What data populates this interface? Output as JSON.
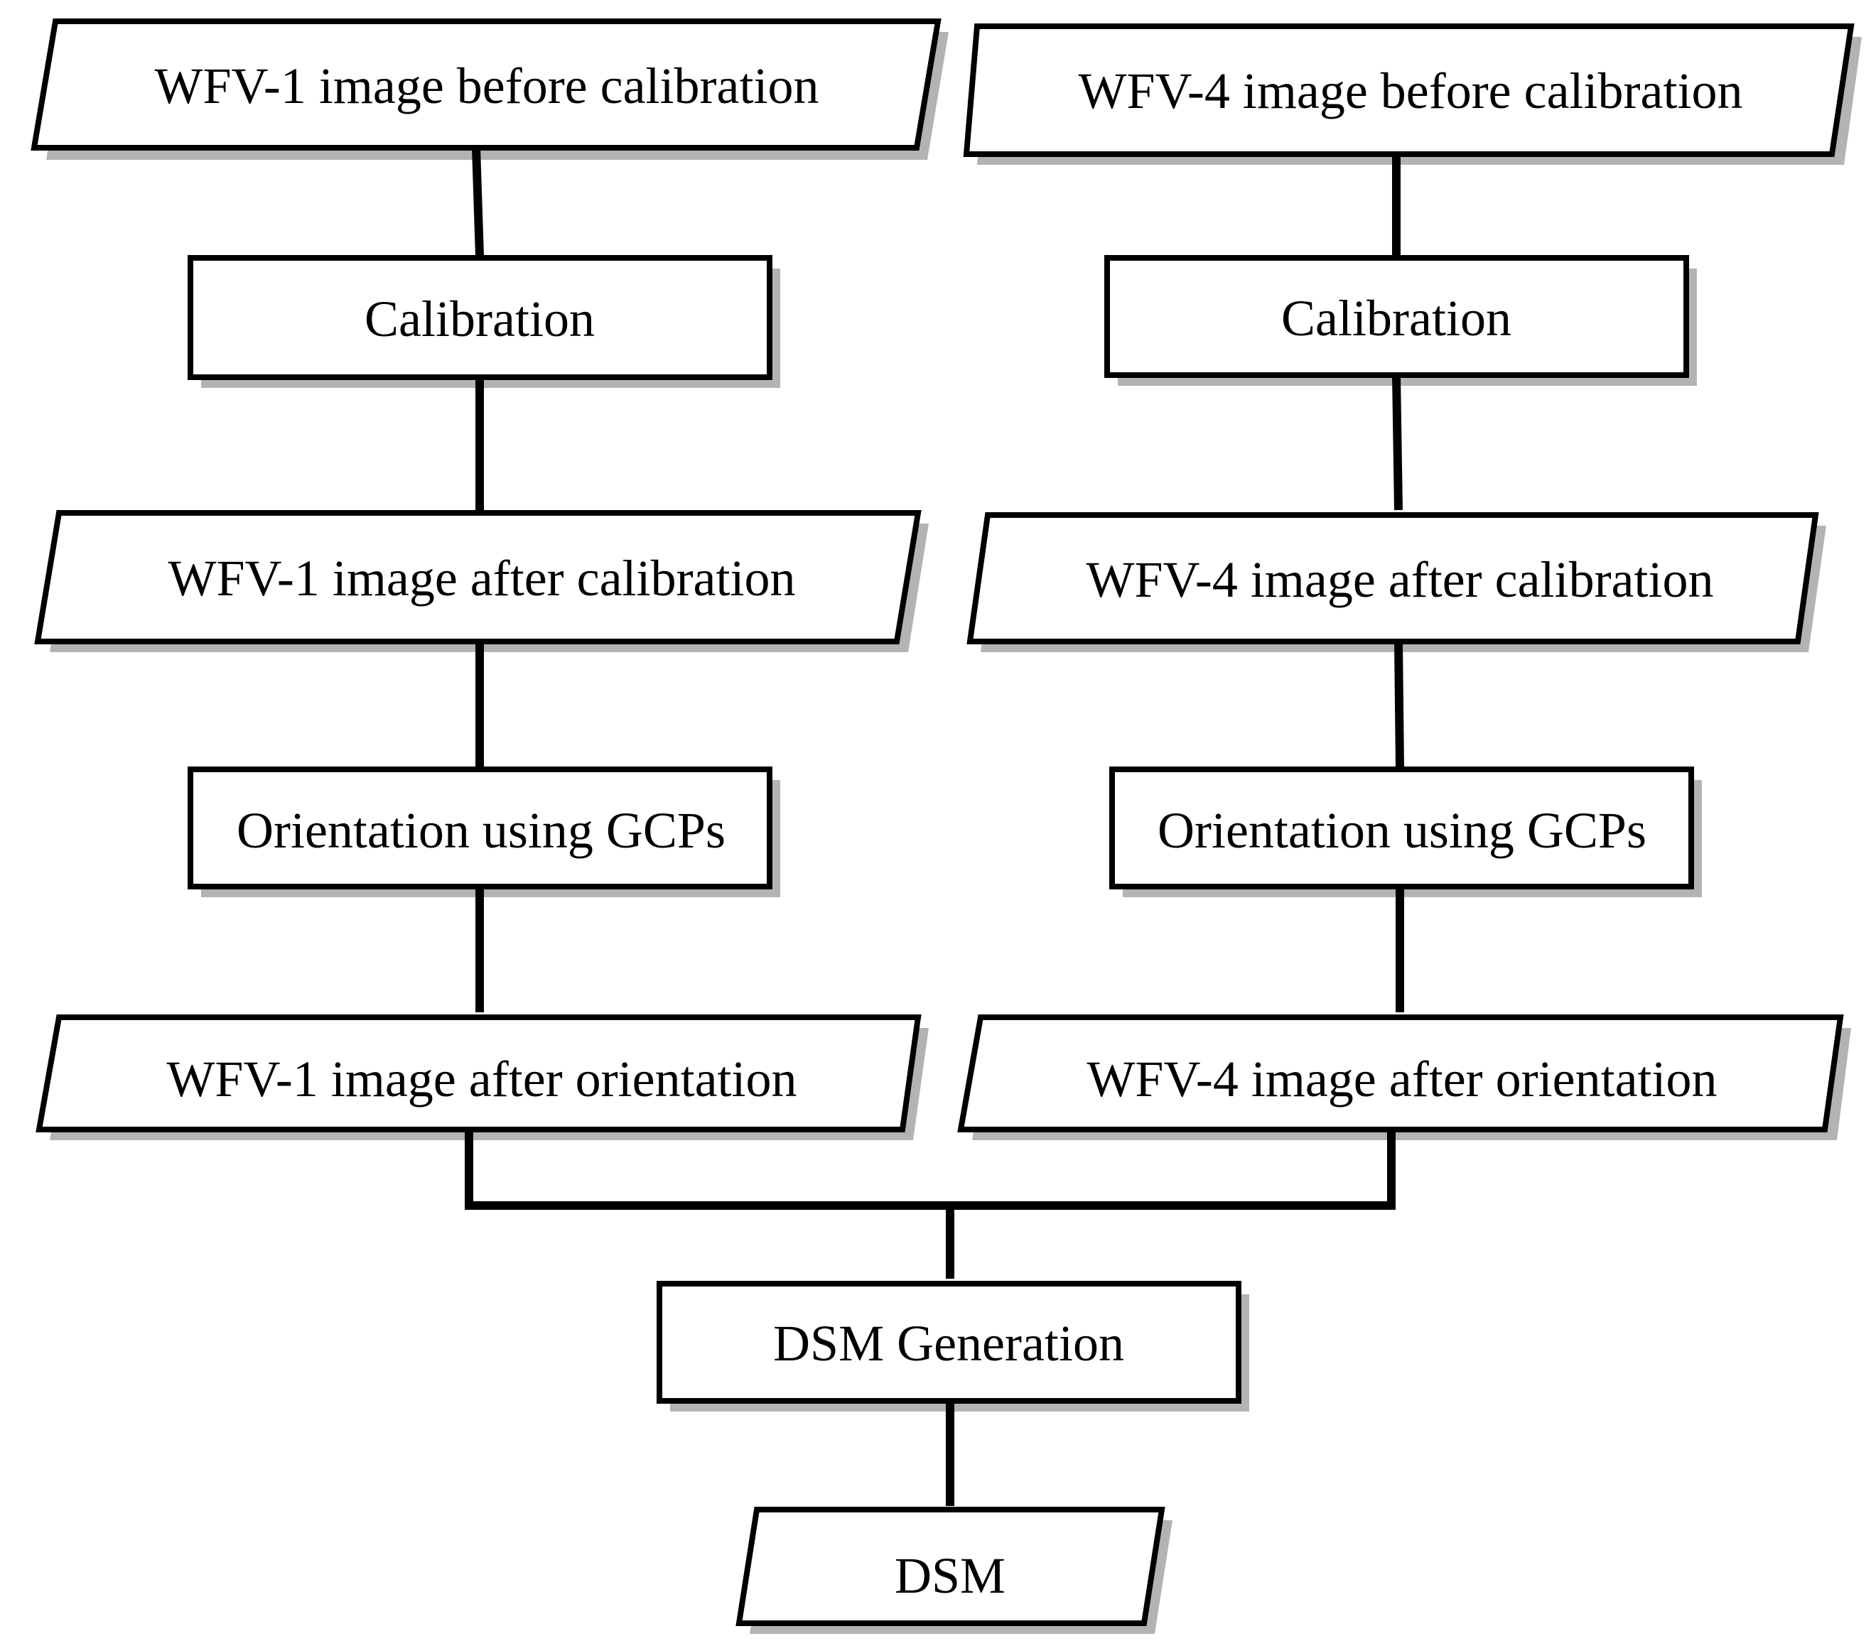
{
  "nodes": {
    "wfv1_before": "WFV-1 image before calibration",
    "wfv4_before": "WFV-4 image before calibration",
    "calibration_left": "Calibration",
    "calibration_right": "Calibration",
    "wfv1_after_calibration": "WFV-1 image after calibration",
    "wfv4_after_calibration": "WFV-4 image after calibration",
    "orientation_left": "Orientation using GCPs",
    "orientation_right": "Orientation using GCPs",
    "wfv1_after_orientation": "WFV-1 image after orientation",
    "wfv4_after_orientation": "WFV-4 image after orientation",
    "dsm_generation": "DSM Generation",
    "dsm": "DSM"
  },
  "colors": {
    "stroke": "#000000",
    "fill": "#ffffff",
    "shadow": "#b3b3b3"
  }
}
